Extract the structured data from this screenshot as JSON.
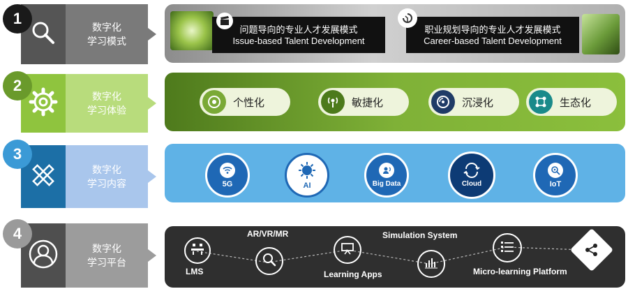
{
  "rows": [
    {
      "number": "1",
      "label_line1": "数字化",
      "label_line2": "学习模式",
      "icon": "magnifier-icon",
      "colors": {
        "badge": "#1a1a1a",
        "iconbox": "#555555",
        "label": "#7a7a7a",
        "panel": "#a9a9a9"
      },
      "cards": [
        {
          "title_cn": "问题导向的专业人才发展模式",
          "title_en": "Issue-based Talent Development",
          "icon": "clapperboard-icon"
        },
        {
          "title_cn": "职业规划导向的专业人才发展模式",
          "title_en": "Career-based Talent Development",
          "icon": "growth-cycle-icon"
        }
      ]
    },
    {
      "number": "2",
      "label_line1": "数字化",
      "label_line2": "学习体验",
      "icon": "gear-icon",
      "colors": {
        "badge": "#6a9a2b",
        "iconbox": "#8fc43e",
        "label": "#b8dc7c",
        "panel": "#6b9a2d"
      },
      "items": [
        {
          "label": "个性化",
          "icon": "target-icon"
        },
        {
          "label": "敏捷化",
          "icon": "broadcast-icon"
        },
        {
          "label": "沉浸化",
          "icon": "disc-icon"
        },
        {
          "label": "生态化",
          "icon": "network-icon"
        }
      ]
    },
    {
      "number": "3",
      "label_line1": "数字化",
      "label_line2": "学习内容",
      "icon": "pencil-ruler-icon",
      "colors": {
        "badge": "#3b9ad6",
        "iconbox": "#1c6fa6",
        "label": "#a9c6ec",
        "panel": "#5fb2e6"
      },
      "items": [
        {
          "label": "5G",
          "icon": "wifi-icon"
        },
        {
          "label": "AI",
          "icon": "chip-icon"
        },
        {
          "label": "Big Data",
          "icon": "data-user-icon"
        },
        {
          "label": "Cloud",
          "icon": "cloud-sync-icon"
        },
        {
          "label": "IoT",
          "icon": "iot-search-icon"
        }
      ]
    },
    {
      "number": "4",
      "label_line1": "数字化",
      "label_line2": "学习平台",
      "icon": "user-icon",
      "colors": {
        "badge": "#9a9a9a",
        "iconbox": "#4f4f4f",
        "label": "#9c9c9c",
        "panel": "#2f2f2f"
      },
      "items": [
        {
          "label": "LMS",
          "icon": "classroom-icon"
        },
        {
          "label": "AR/VR/MR",
          "icon": "search-icon"
        },
        {
          "label": "Learning Apps",
          "icon": "presentation-icon"
        },
        {
          "label": "Simulation System",
          "icon": "bar-chart-icon"
        },
        {
          "label": "Micro-learning Platform",
          "icon": "list-icon"
        },
        {
          "label": "",
          "icon": "share-icon"
        }
      ]
    }
  ]
}
